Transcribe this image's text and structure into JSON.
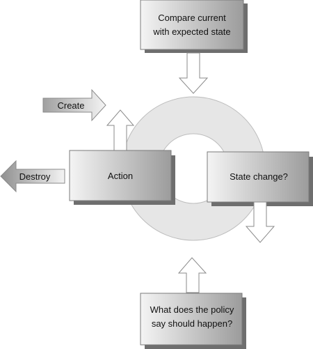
{
  "boxes": {
    "compare": {
      "line1": "Compare current",
      "line2": "with expected state"
    },
    "action": "Action",
    "state_change": "State change?",
    "policy": {
      "line1": "What does the policy",
      "line2": "say should happen?"
    }
  },
  "arrows": {
    "create": "Create",
    "destroy": "Destroy"
  },
  "colors": {
    "ring": "#e6e6e6",
    "ring_stroke": "#bdbdbd",
    "box_light": "#f2f2f2",
    "box_dark": "#9a9a9a",
    "box_stroke": "#7a7a7a",
    "arrow_fill": "#ffffff",
    "arrow_stroke": "#8a8a8a"
  }
}
